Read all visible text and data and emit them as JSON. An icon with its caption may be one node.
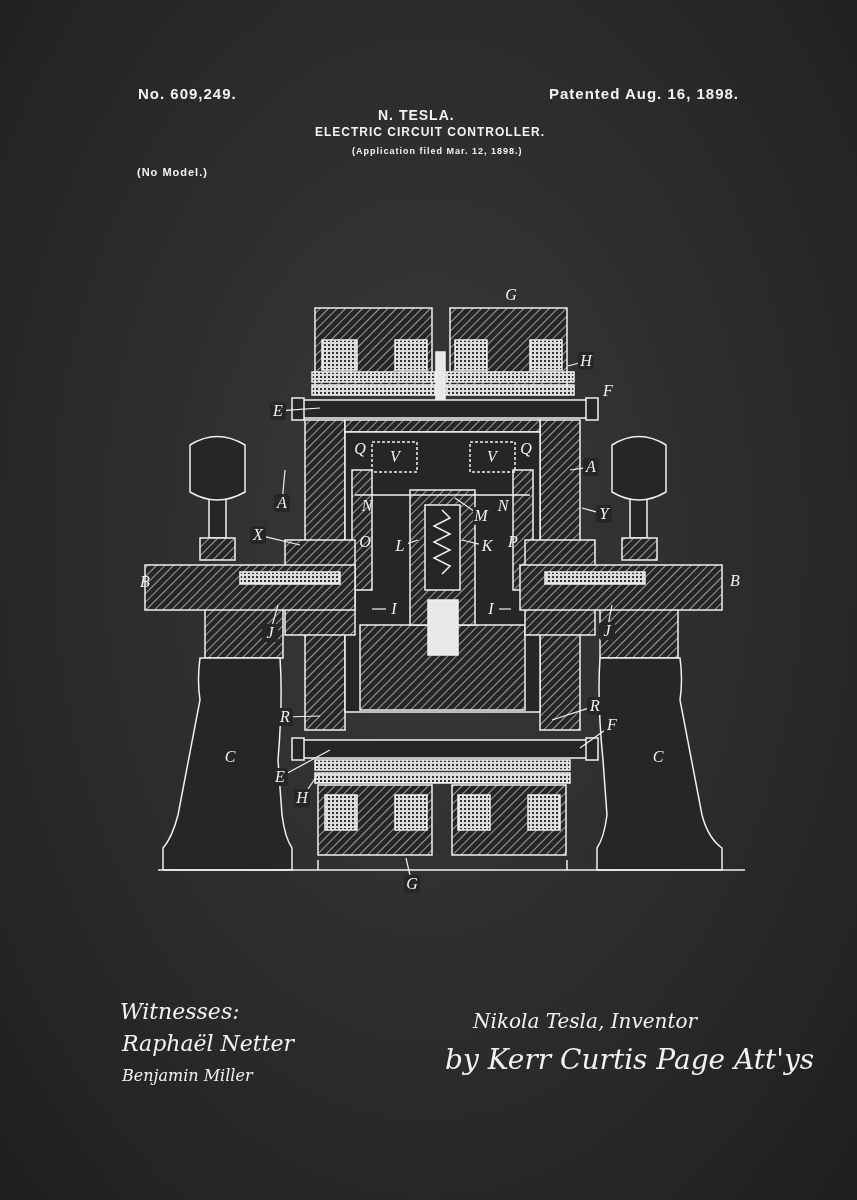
{
  "diagram": {
    "nodes": [
      {
        "text": [
          "H"
        ]
      },
      {
        "text": [
          "E"
        ]
      },
      {
        "text": [
          "A"
        ]
      },
      {
        "text": [
          "A"
        ]
      },
      {
        "text": [
          "X"
        ]
      },
      {
        "text": [
          "Y"
        ]
      },
      {
        "text": [
          "M"
        ]
      },
      {
        "text": [
          "L"
        ]
      },
      {
        "text": [
          "K"
        ]
      },
      {
        "text": [
          "I"
        ]
      },
      {
        "text": [
          "I"
        ]
      },
      {
        "text": [
          "J"
        ]
      },
      {
        "text": [
          "J"
        ]
      },
      {
        "text": [
          "R"
        ]
      },
      {
        "text": [
          "R"
        ]
      },
      {
        "text": [
          "F"
        ]
      },
      {
        "text": [
          "E"
        ]
      },
      {
        "text": [
          "H"
        ]
      },
      {
        "text": [
          "G"
        ]
      }
    ],
    "edges": [
      {
        "from": 0,
        "to": null,
        "arrow": "none"
      },
      {
        "from": 1,
        "to": null,
        "arrow": "none"
      },
      {
        "from": 2,
        "to": null,
        "arrow": "none"
      },
      {
        "from": 3,
        "to": null,
        "arrow": "none"
      },
      {
        "from": 4,
        "to": null,
        "arrow": "none"
      },
      {
        "from": 5,
        "to": null,
        "arrow": "none"
      },
      {
        "from": 6,
        "to": null,
        "arrow": "none"
      },
      {
        "from": 7,
        "to": null,
        "arrow": "none"
      },
      {
        "from": 8,
        "to": null,
        "arrow": "none"
      },
      {
        "from": 9,
        "to": null,
        "arrow": "none"
      },
      {
        "from": 10,
        "to": null,
        "arrow": "none"
      },
      {
        "from": 11,
        "to": null,
        "arrow": "none"
      },
      {
        "from": 12,
        "to": null,
        "arrow": "none"
      },
      {
        "from": 13,
        "to": null,
        "arrow": "none"
      },
      {
        "from": 14,
        "to": null,
        "arrow": "none"
      },
      {
        "from": 15,
        "to": null,
        "arrow": "none"
      },
      {
        "from": 16,
        "to": null,
        "arrow": "none"
      },
      {
        "from": 17,
        "to": null,
        "arrow": "none"
      },
      {
        "from": 18,
        "to": null,
        "arrow": "none"
      }
    ],
    "labels": [
      "No. 609,249.",
      "Patented Aug. 16, 1898.",
      "N. TESLA.",
      "ELECTRIC CIRCUIT CONTROLLER.",
      "(Application filed Mar. 12, 1898.)",
      "(No Model.)",
      "G",
      "F",
      "Q",
      "V",
      "V",
      "Q",
      "N",
      "N",
      "O",
      "P",
      "B",
      "B",
      "C",
      "C",
      "Witnesses:",
      "Raphaël Netter",
      "Nikola Tesla, Inventor",
      "Benjamin Miller",
      "by Kerr Curtis Page Att'ys"
    ]
  }
}
